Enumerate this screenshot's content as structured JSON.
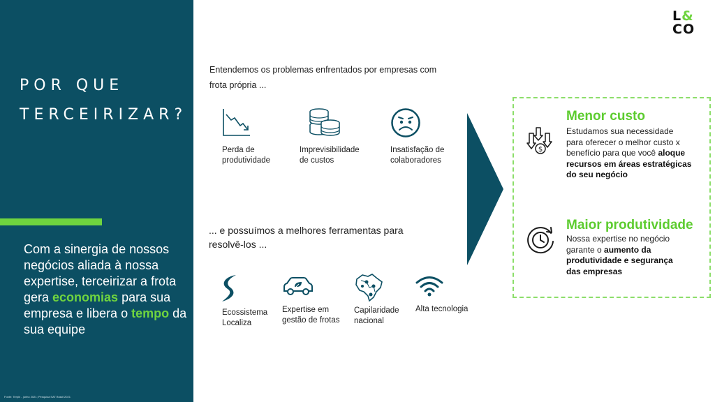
{
  "left_panel": {
    "title_line1": "POR QUE",
    "title_line2": "TERCEIRIZAR?",
    "body_part1": "Com a sinergia de nossos negócios aliada à nossa expertise, terceirizar a frota gera ",
    "body_highlight1": "economias",
    "body_part2": " para sua empresa e libera o ",
    "body_highlight2": "tempo",
    "body_part3": " da sua equipe",
    "footnote": "Fonte: Terpin - junho 2021; Pesquisa SAT Brasil 2021",
    "accent_color": "#6fd43f",
    "panel_color": "#0c4f63"
  },
  "logo": {
    "line1_left": "L",
    "line1_right": "&",
    "line2": "CO"
  },
  "problems": {
    "intro": "Entendemos os problemas enfrentados por empresas com frota própria ...",
    "items": [
      {
        "icon": "chart-down-icon",
        "label": "Perda de\nprodutividade"
      },
      {
        "icon": "coins-icon",
        "label": "Imprevisibilidade\nde custos"
      },
      {
        "icon": "sad-face-icon",
        "label": "Insatisfação de\ncolaboradores"
      }
    ]
  },
  "tools": {
    "intro": "... e possuímos a melhores ferramentas para resolvê-los ...",
    "items": [
      {
        "icon": "localiza-logo-icon",
        "label": "Ecossistema\nLocaliza"
      },
      {
        "icon": "eco-car-icon",
        "label": "Expertise em\ngestão de frotas"
      },
      {
        "icon": "brazil-map-icon",
        "label": "Capilaridade\nnacional"
      },
      {
        "icon": "wifi-icon",
        "label": "Alta tecnologia"
      }
    ]
  },
  "benefits": {
    "cost": {
      "icon": "cost-arrows-icon",
      "title": "Menor custo",
      "text_part1": "Estudamos sua necessidade para oferecer o melhor custo x benefício para que você ",
      "text_bold": "aloque recursos em áreas estratégicas do seu negócio"
    },
    "productivity": {
      "icon": "clock-cycle-icon",
      "title": "Maior produtividade",
      "text_part1": "Nossa expertise no negócio garante o ",
      "text_bold": "aumento da produtividade e segurança das empresas"
    }
  }
}
